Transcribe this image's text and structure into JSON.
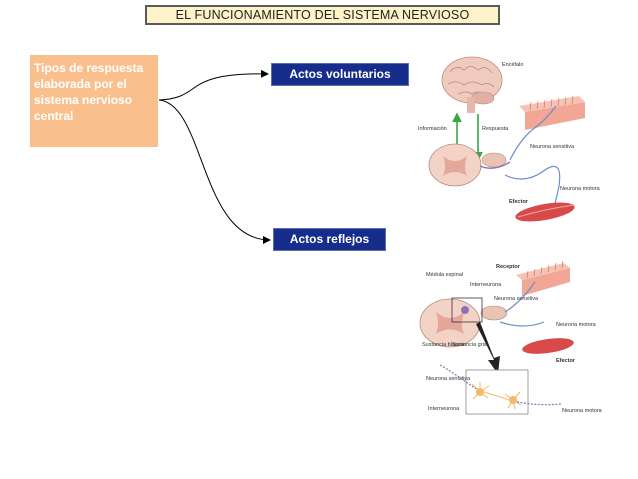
{
  "title": "EL FUNCIONAMIENTO DEL SISTEMA NERVIOSO",
  "types_box": "Tipos de respuesta elaborada por el sistema nervioso central",
  "acts": {
    "voluntary": "Actos voluntarios",
    "reflex": "Actos reflejos"
  },
  "fig_voluntary": {
    "encefalo": "Encéfalo",
    "informacion": "Información",
    "respuesta": "Respuesta",
    "neurona_sensitiva": "Neurona sensitiva",
    "neurona_motora": "Neurona motora",
    "efector": "Efector"
  },
  "fig_reflex": {
    "receptor": "Receptor",
    "medula_espinal": "Médula espinal",
    "interneurona": "Interneurona",
    "neurona_sensitiva": "Neurona sensitiva",
    "neurona_motora": "Neurona motora",
    "efector": "Efector",
    "sustancia_blanca": "Sustancia blanca",
    "sustancia_gris": "Sustancia gris",
    "zoom_neurona_sensitiva": "Neurona sensitiva",
    "zoom_interneurona": "Interneurona",
    "zoom_neurona_motora": "Neurona motora"
  },
  "colors": {
    "title_bg": "#fdf2c8",
    "types_bg": "#f9c08d",
    "act_bg": "#172d8c"
  }
}
